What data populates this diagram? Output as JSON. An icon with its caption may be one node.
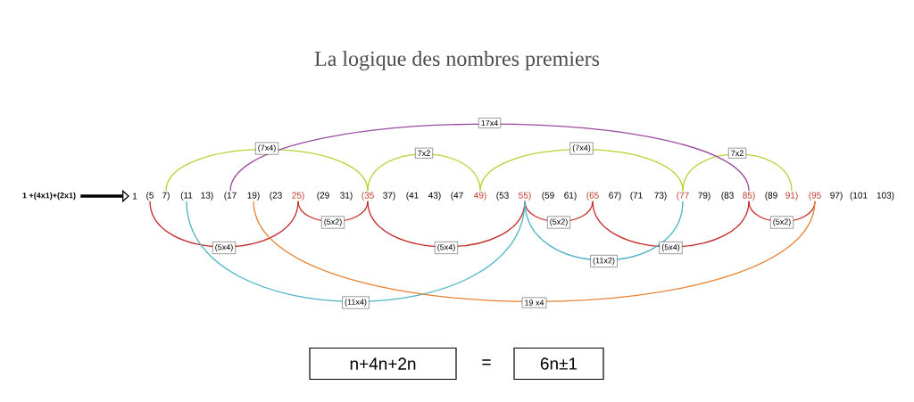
{
  "diagram": {
    "title": "La logique des nombres premiers",
    "nodes": [
      {
        "text": [
          "1 +(4x1)+(2x1)"
        ]
      },
      {
        "text": [
          "1"
        ]
      },
      {
        "text": [
          "(5"
        ]
      },
      {
        "text": [
          "7)"
        ]
      },
      {
        "text": [
          "(11"
        ]
      },
      {
        "text": [
          "13)"
        ]
      },
      {
        "text": [
          "(17"
        ]
      },
      {
        "text": [
          "19)"
        ]
      },
      {
        "text": [
          "(23"
        ]
      },
      {
        "text": [
          "25)"
        ]
      },
      {
        "text": [
          "(29"
        ]
      },
      {
        "text": [
          "31)"
        ]
      },
      {
        "text": [
          "(35"
        ]
      },
      {
        "text": [
          "37)"
        ]
      },
      {
        "text": [
          "(41"
        ]
      },
      {
        "text": [
          "43)"
        ]
      },
      {
        "text": [
          "(47"
        ]
      },
      {
        "text": [
          "49)"
        ]
      },
      {
        "text": [
          "(53"
        ]
      },
      {
        "text": [
          "55)"
        ]
      },
      {
        "text": [
          "(59"
        ]
      },
      {
        "text": [
          "61)"
        ]
      },
      {
        "text": [
          "(65"
        ]
      },
      {
        "text": [
          "67)"
        ]
      },
      {
        "text": [
          "(71"
        ]
      },
      {
        "text": [
          "73)"
        ]
      },
      {
        "text": [
          "(77"
        ]
      },
      {
        "text": [
          "79)"
        ]
      },
      {
        "text": [
          "(83"
        ]
      },
      {
        "text": [
          "85)"
        ]
      },
      {
        "text": [
          "(89"
        ]
      },
      {
        "text": [
          "91)"
        ]
      },
      {
        "text": [
          "(95"
        ]
      },
      {
        "text": [
          "97)"
        ]
      },
      {
        "text": [
          "(101"
        ]
      },
      {
        "text": [
          "103)"
        ]
      },
      {
        "text": [
          "n+4n+2n"
        ]
      },
      {
        "text": [
          "6n±1"
        ]
      }
    ],
    "edges": [
      {
        "from": 0,
        "to": 1,
        "arrow": "to",
        "style": "thick",
        "color": "#000000"
      },
      {
        "from": 3,
        "to": 12,
        "arrow": "none",
        "label": "(7x4)",
        "color": "#b5d334"
      },
      {
        "from": 12,
        "to": 17,
        "arrow": "none",
        "label": "7x2",
        "color": "#b5d334"
      },
      {
        "from": 17,
        "to": 26,
        "arrow": "none",
        "label": "(7x4)",
        "color": "#b5d334"
      },
      {
        "from": 26,
        "to": 31,
        "arrow": "none",
        "label": "7x2",
        "color": "#b5d334"
      },
      {
        "from": 6,
        "to": 29,
        "arrow": "none",
        "label": "17x4",
        "color": "#9b4ca0"
      },
      {
        "from": 2,
        "to": 9,
        "arrow": "none",
        "label": "(5x4)"
      },
      {
        "from": 9,
        "to": 12,
        "arrow": "none",
        "label": "(5x2)"
      },
      {
        "from": 12,
        "to": 19,
        "arrow": "none",
        "label": "(5x4)"
      },
      {
        "from": 19,
        "to": 22,
        "arrow": "none",
        "label": "(5x2)"
      },
      {
        "from": 22,
        "to": 29,
        "arrow": "none",
        "label": "(5x4)"
      },
      {
        "from": 29,
        "to": 32,
        "arrow": "none",
        "label": "(5x2)"
      },
      {
        "from": 4,
        "to": 19,
        "arrow": "none",
        "label": "(11x4)",
        "color": "#4bb3c4"
      },
      {
        "from": 19,
        "to": 26,
        "arrow": "none",
        "label": "(11x2)",
        "color": "#4bb3c4"
      },
      {
        "from": 7,
        "to": 32,
        "arrow": "none",
        "label": "19 x4",
        "color": "#e8812f"
      }
    ],
    "labels": [
      "="
    ]
  }
}
